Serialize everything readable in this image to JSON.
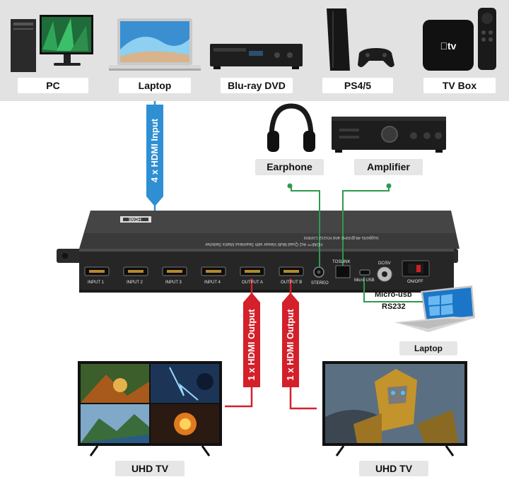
{
  "sources": {
    "pc": "PC",
    "laptop": "Laptop",
    "bluray": "Blu-ray DVD",
    "ps": "PS4/5",
    "tvbox": "TV Box"
  },
  "input_label": "4 x HDMI Input",
  "audio": {
    "earphone": "Earphone",
    "amplifier": "Amplifier"
  },
  "device": {
    "logo": "HDMI",
    "description": "HDMI™ 4x2 Quad Multi Viewer with Seamless Matrix Switcher",
    "description2": "Supports 4K@30Hz and RS232 Control",
    "ports": [
      "INPUT 1",
      "INPUT 2",
      "INPUT 3",
      "INPUT 4",
      "OUTPUT A",
      "OUTPUT B",
      "STEREO",
      "TOSLINK",
      "Micro USB",
      "DC/5V",
      "ON/OFF"
    ]
  },
  "control": {
    "label_line1": "Micro-usb",
    "label_line2": "RS232",
    "laptop": "Laptop"
  },
  "outputs": {
    "label_a": "1 x HDMI Output",
    "label_b": "1 x HDMI Output",
    "tv_a": "UHD TV",
    "tv_b": "UHD TV"
  },
  "colors": {
    "input_line": "#2f8fd3",
    "output_line": "#d4202a",
    "audio_line": "#2e9a4e",
    "top_band": "#e2e2e2",
    "device_body": "#333333"
  }
}
